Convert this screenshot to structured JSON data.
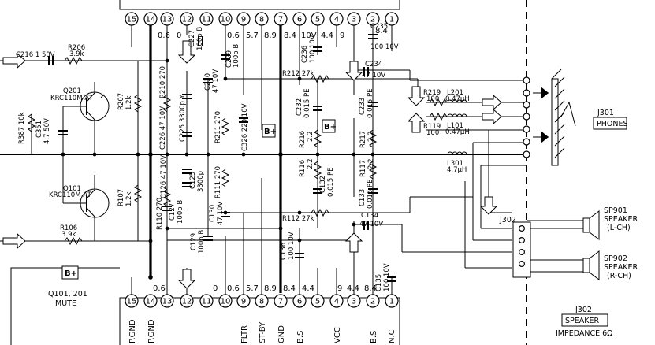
{
  "ic_top": {
    "pins": [
      "15",
      "14",
      "13",
      "12",
      "11",
      "10",
      "9",
      "8",
      "7",
      "6",
      "5",
      "4",
      "3",
      "2",
      "1"
    ],
    "voltages": [
      "0.6",
      "0",
      "0.6",
      "5.7",
      "8.9",
      "8.4",
      "10V",
      "4.4",
      "9",
      "8.4"
    ]
  },
  "ic_bottom": {
    "pins": [
      "15",
      "14",
      "13",
      "12",
      "11",
      "10",
      "9",
      "8",
      "7",
      "6",
      "5",
      "4",
      "3",
      "2",
      "1"
    ],
    "voltages": [
      "0.6",
      "0",
      "0.6",
      "5.7",
      "8.9",
      "8.4",
      "4.4",
      "9",
      "4.4",
      "8.4"
    ],
    "pin_names": [
      "P.GND",
      "P.GND",
      "FLTR",
      "ST-BY",
      "GND",
      "B.S",
      "VCC",
      "B.S",
      "N.C"
    ]
  },
  "components": {
    "c216": "C216  1  50V",
    "r206": "R206",
    "r206_v": "3.9k",
    "q201": "Q201",
    "q201_t": "KRC110M-AT",
    "r207": "R207",
    "r207_v": "1.2k",
    "r387": "R387 10k",
    "c351": "C351",
    "c351_v": "4.7 50V",
    "r210": "R210 270",
    "c226": "C226 47 10V",
    "c225": "C225 3300p Y",
    "c227": "C227",
    "c227_v": "100p B",
    "c230": "C230",
    "c230_v": "47 10V",
    "c229": "C229",
    "c229_v": "100p B",
    "r211": "R211 270",
    "c326": "C326 220 10V",
    "bplus": "B+",
    "c236": "C236",
    "c236_v": "100 10V",
    "c235": "C235",
    "c235_v": "100 10V",
    "r212": "R212 27k",
    "c234": "C234",
    "c234_v": "47 10V",
    "c232": "C232",
    "c232_v": "0.015 PE",
    "r216": "R216",
    "r216_v": "2.2",
    "r217": "R217",
    "r217_v": "2.2",
    "c233": "C233",
    "c233_v": "0.015 PE",
    "r219": "R219",
    "r219_v": "100",
    "r119": "R119",
    "r119_v": "100",
    "l201": "L201",
    "l201_v": "0.47μH",
    "l101": "L101",
    "l101_v": "0.47μH",
    "l301": "L301",
    "l301_v": "4.7μH",
    "q101": "Q101",
    "q101_t": "KRC110M-AT",
    "r107": "R107",
    "r107_v": "1.2k",
    "r106": "R106",
    "r106_v": "3.9k",
    "r110": "R110 270",
    "c126": "C126 47 10V",
    "c127": "C127",
    "c127_v": "100p B",
    "c125": "C125",
    "c125_v": "3300p",
    "r111": "R111 270",
    "c130": "C130",
    "c130_v": "47 10V",
    "c129": "C129",
    "c129_v": "100p B",
    "r116": "R116",
    "r116_v": "2.2",
    "c132": "C132",
    "c132_v": "0.015 PE",
    "r117": "R117",
    "r117_v": "2.2",
    "c133": "C133",
    "c133_v": "0.015 PE",
    "r112": "R112 27k",
    "c134": "C134",
    "c134_v": "47 10V",
    "c136": "C136",
    "c136_v": "100 10V",
    "c135": "C135",
    "c135_v": "100 10V"
  },
  "labels": {
    "mute_a": "Q101, 201",
    "mute_b": "MUTE",
    "j301": "J301",
    "phones": "PHONES",
    "j302": "J302",
    "sp901": "SP901",
    "sp901_a": "SPEAKER",
    "sp901_b": "(L-CH)",
    "sp902": "SP902",
    "sp902_a": "SPEAKER",
    "sp902_b": "(R-CH)",
    "j302_box": "J302",
    "speaker_box": "SPEAKER",
    "impedance": "IMPEDANCE 6Ω"
  }
}
